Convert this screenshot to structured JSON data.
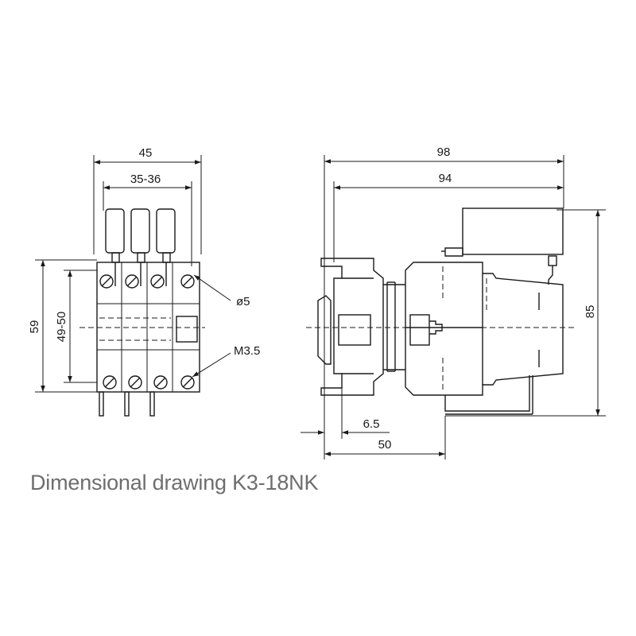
{
  "caption": "Dimensional drawing K3-18NK",
  "front_view": {
    "dim_total_width": "45",
    "dim_terminal_span": "35-36",
    "dim_total_height": "59",
    "dim_mount_height": "49-50",
    "label_hole": "ø5",
    "label_screw": "M3.5"
  },
  "side_view": {
    "dim_total_depth": "98",
    "dim_body_depth": "94",
    "dim_height": "85",
    "dim_rail_offset": "6.5",
    "dim_rail_to_front": "50"
  }
}
